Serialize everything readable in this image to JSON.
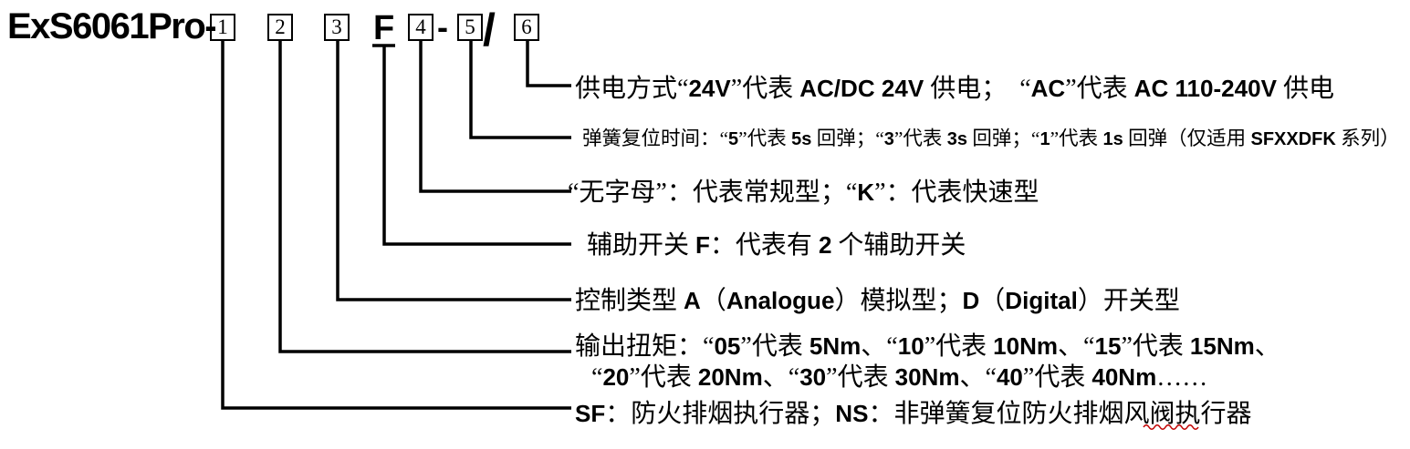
{
  "model_code": {
    "prefix": "ExS6061Pro-",
    "digits": [
      "1",
      "2",
      "3",
      "4",
      "5",
      "6"
    ],
    "fixed_letter": "F",
    "separator_dash": "-",
    "separator_slash": "/"
  },
  "labels": {
    "power_supply": "供电方式“24V”代表 AC/DC 24V 供电；　“AC”代表 AC 110-240V 供电",
    "spring_return_time": "弹簧复位时间：“5”代表 5s 回弹；“3”代表 3s 回弹；“1”代表 1s 回弹（仅适用 SFXXDFK 系列）",
    "speed_type": "“无字母”：代表常规型；“K”：代表快速型",
    "aux_switch": "辅助开关 F：代表有 2 个辅助开关",
    "control_type": "控制类型 A（Analogue）模拟型；D（Digital）开关型",
    "output_torque_line1": "输出扭矩：“05”代表 5Nm、“10”代表 10Nm、“15”代表 15Nm、",
    "output_torque_line2": "“20”代表 20Nm、“30”代表 30Nm、“40”代表 40Nm……",
    "series_type": "SF：防火排烟执行器；NS：非弹簧复位防火排烟风阀执行器"
  },
  "colors": {
    "text": "#000000",
    "connector_line": "#000000",
    "spellcheck_squiggle": "#c00000",
    "background": "#ffffff"
  }
}
